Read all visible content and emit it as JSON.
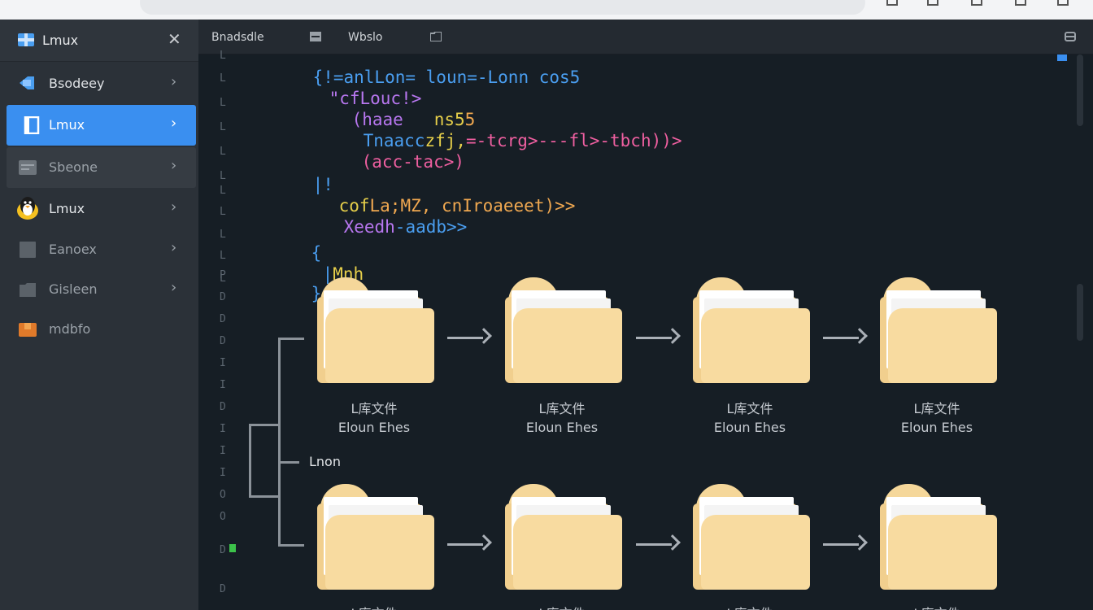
{
  "colors": {
    "accent": "#3a8ff0",
    "folder": "#f8dba0",
    "code_purple": "#b877f0",
    "code_orange": "#f0a850",
    "code_yellow": "#e6cf4a",
    "code_green": "#7fd66a",
    "code_blue": "#4a9ef0",
    "code_pink": "#ee5fa0"
  },
  "sidebar": {
    "title": "Lmux",
    "close_icon": "close-icon",
    "items": [
      {
        "label": "Bsodeey",
        "icon": "network-icon"
      },
      {
        "label": "Lmux",
        "icon": "terminal-icon"
      },
      {
        "label": "Sbeone",
        "icon": "window-icon"
      },
      {
        "label": "Lmux",
        "icon": "tux-penguin-icon"
      },
      {
        "label": "Eanoex",
        "icon": "document-icon"
      },
      {
        "label": "Gisleen",
        "icon": "folder-icon"
      },
      {
        "label": "mdbfo",
        "icon": "package-icon"
      }
    ]
  },
  "tabs": {
    "tab1": "Bnadsdle",
    "tab2": "Wbslo"
  },
  "code": {
    "line1": "{!=anlLon= loun=-Lonn cos5",
    "line2": "\"cfLouc!>",
    "line3a": "(haae",
    "line3b": "ns5",
    "line3c": "5",
    "line4a": "Tnaacc",
    "line4b": "zfj,",
    "line4c": "=-tcrg>---fl>-tbch))>",
    "line5": "(acc-tac>)",
    "line6": "|!",
    "line7a": "cof",
    "line7b": "La;MZ,",
    "line7c": "cnIroaeeet)>>",
    "line8a": "Xeedh",
    "line8b": "-aadb>>",
    "line9": "{",
    "line10a": "|",
    "line10b": "Mnh",
    "line11": "}"
  },
  "gutter": [
    "L",
    "L",
    "L",
    "L",
    "L",
    "L",
    "L",
    "L",
    "L",
    "L",
    "L",
    "P",
    "D",
    "D",
    "D",
    "I",
    "I",
    "D",
    "I",
    "I",
    "I",
    "O",
    "O",
    "D",
    "D"
  ],
  "tree": {
    "branch_label": "Lnon",
    "folders_top": [
      {
        "label1": "L库文件",
        "label2": "Eloun Ehes"
      },
      {
        "label1": "L库文件",
        "label2": "Eloun Ehes"
      },
      {
        "label1": "L库文件",
        "label2": "Eloun Ehes"
      },
      {
        "label1": "L库文件",
        "label2": "Eloun Ehes"
      }
    ],
    "folders_bottom": [
      {
        "label1": "L库文件"
      },
      {
        "label1": "L库文件"
      },
      {
        "label1": "L库文件"
      },
      {
        "label1": "L库文件"
      }
    ]
  }
}
